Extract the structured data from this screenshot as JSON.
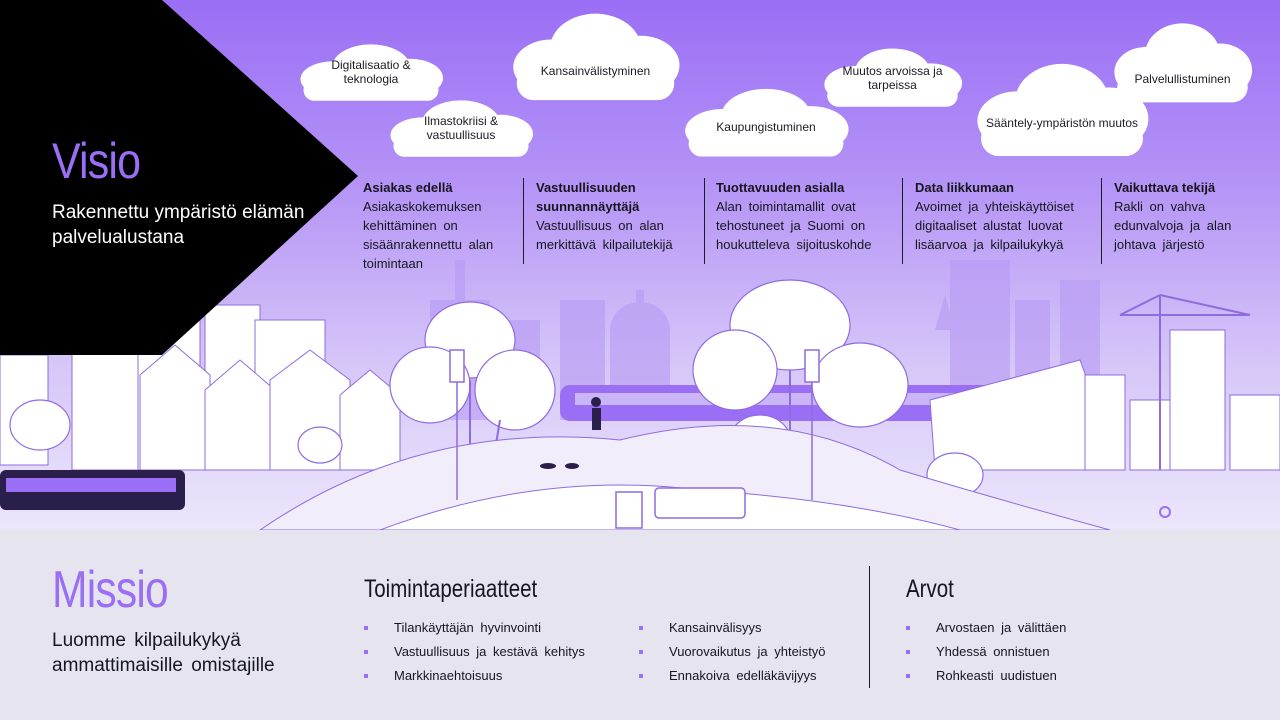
{
  "visio": {
    "title": "Visio",
    "subtitle": "Rakennettu ympäristö elämän palvelualustana"
  },
  "clouds": [
    "Digitalisaatio & teknologia",
    "Ilmastokriisi & vastuullisuus",
    "Kansainvälistyminen",
    "Kaupungistuminen",
    "Muutos arvoissa ja tarpeissa",
    "Sääntely-ympäristön muutos",
    "Palvelullistuminen"
  ],
  "goals": [
    {
      "heading": "Asiakas edellä",
      "text": "Asiakaskokemuksen kehittäminen on sisäänrakennettu alan toimintaan"
    },
    {
      "heading": "Vastuullisuuden suunnannäyttäjä",
      "text": "Vastuullisuus on alan merkittävä kilpailutekijä"
    },
    {
      "heading": "Tuottavuuden asialla",
      "text": "Alan toimintamallit ovat tehostuneet ja Suomi on houkutteleva sijoituskohde"
    },
    {
      "heading": "Data liikkumaan",
      "text": "Avoimet ja yhteiskäyttöiset digitaaliset alustat luovat lisäarvoa ja kilpailukykyä"
    },
    {
      "heading": "Vaikuttava tekijä",
      "text": "Rakli on vahva edunvalvoja ja alan johtava järjestö"
    }
  ],
  "missio": {
    "title": "Missio",
    "subtitle": "Luomme kilpailukykyä ammattimaisille omistajille"
  },
  "principles": {
    "title": "Toimintaperiaatteet",
    "left": [
      "Tilankäyttäjän hyvinvointi",
      "Vastuullisuus ja kestävä kehitys",
      "Markkinaehtoisuus"
    ],
    "right": [
      "Kansainvälisyys",
      "Vuorovaikutus ja yhteistyö",
      "Ennakoiva edelläkävijyys"
    ]
  },
  "values": {
    "title": "Arvot",
    "items": [
      "Arvostaen ja välittäen",
      "Yhdessä onnistuen",
      "Rohkeasti uudistuen"
    ]
  },
  "colors": {
    "accent": "#9a6ef5",
    "panel": "#000000",
    "bottom_bg": "#e6e5ef",
    "text": "#16161f"
  }
}
